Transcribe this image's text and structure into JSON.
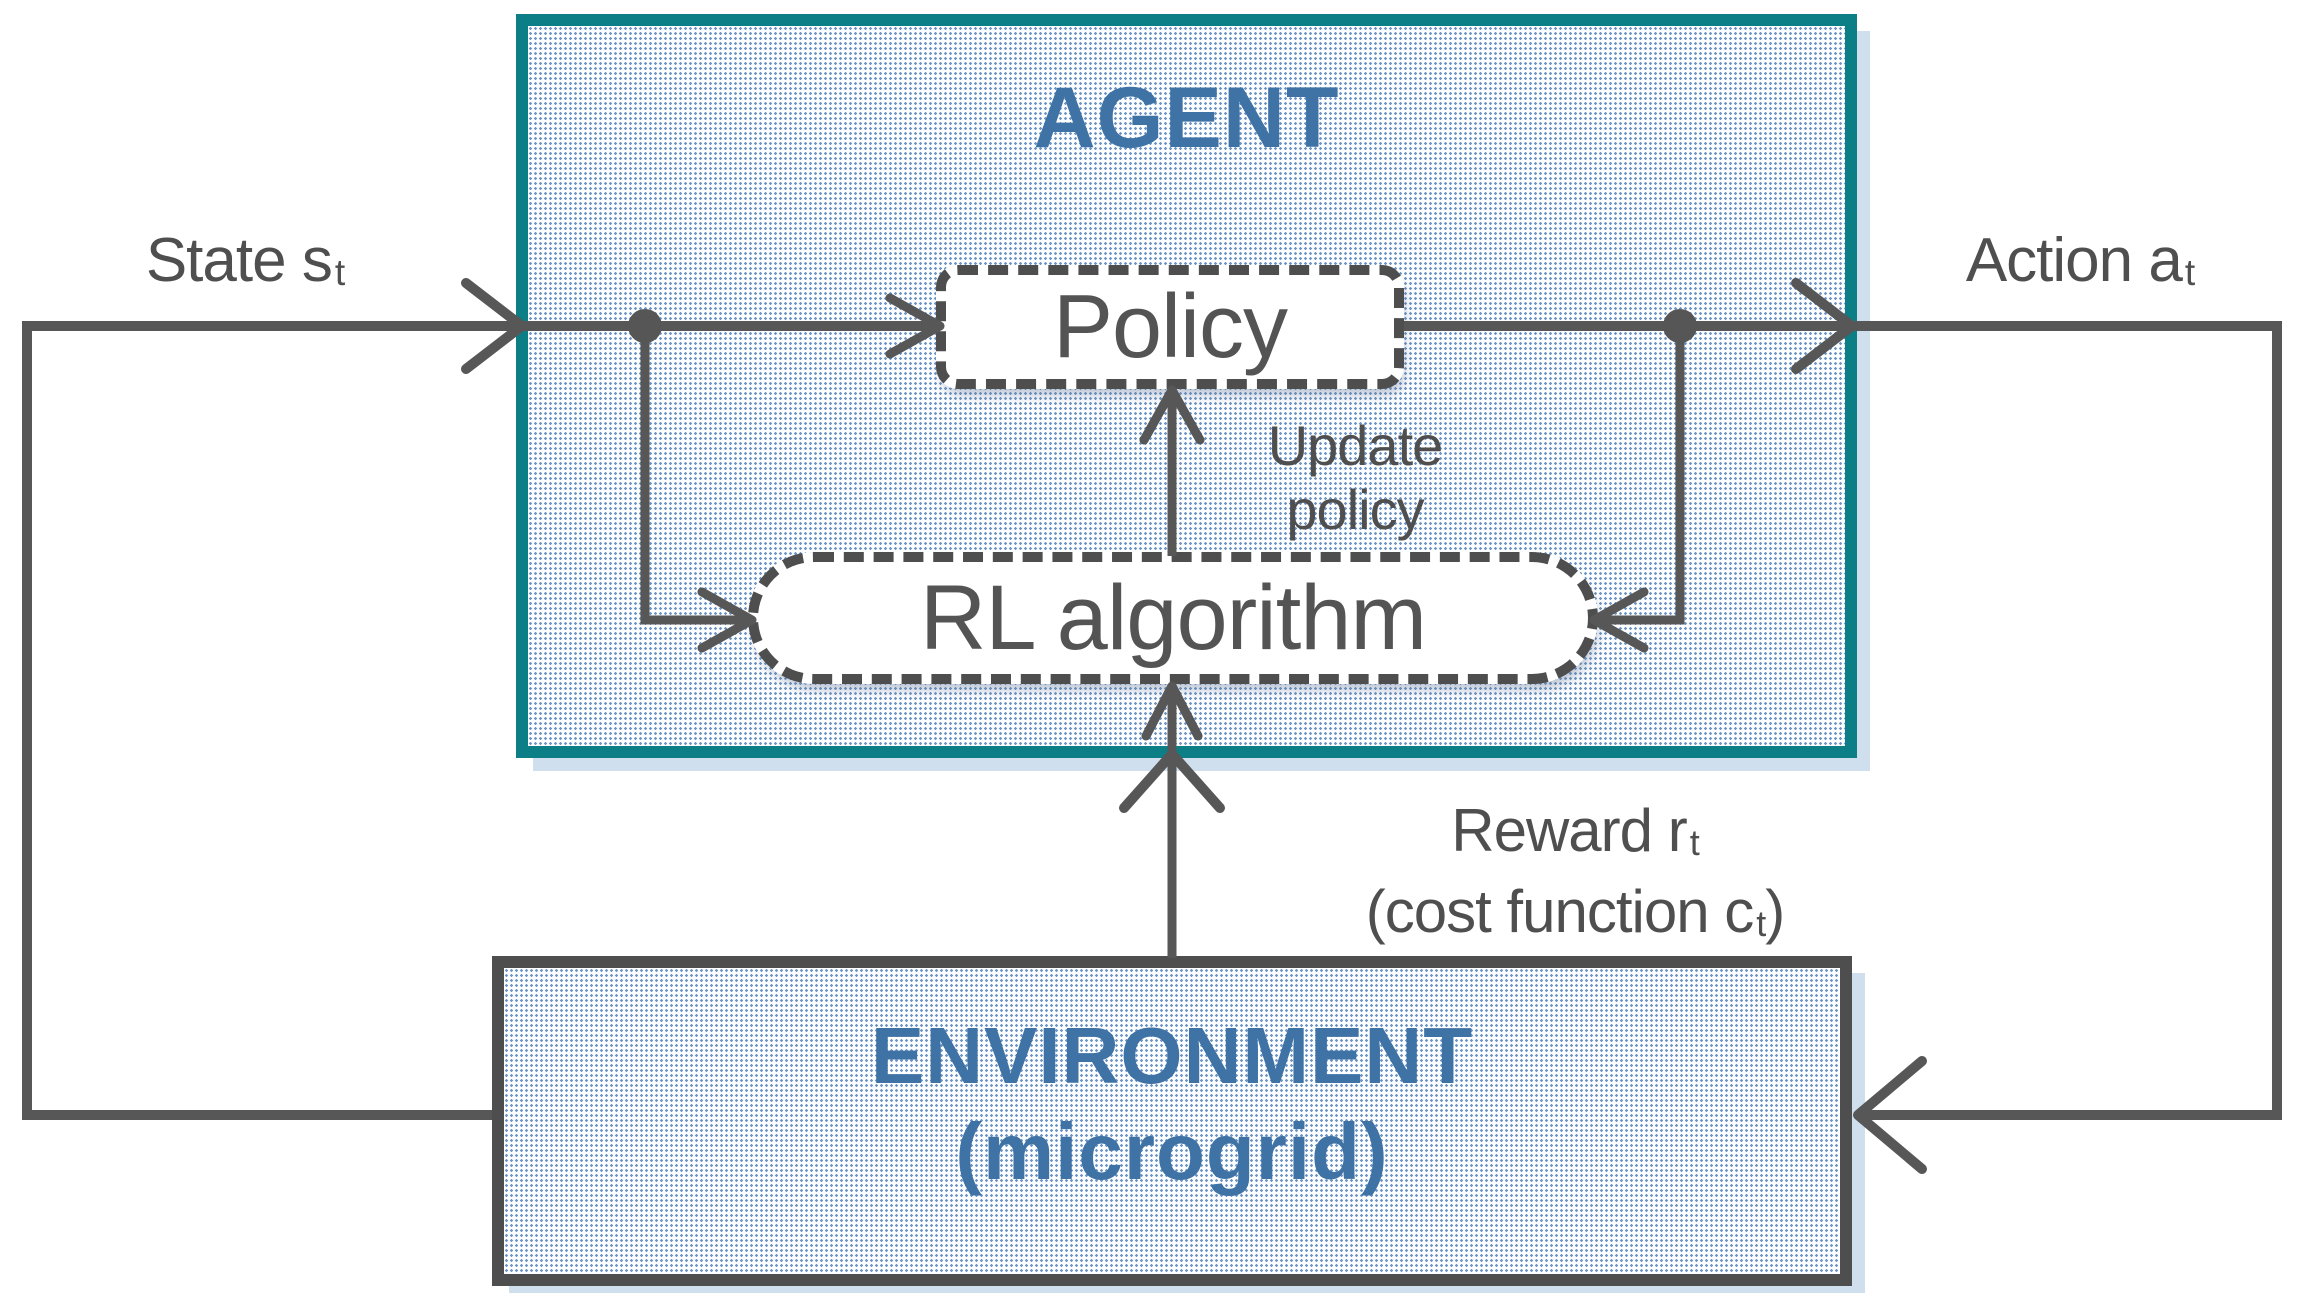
{
  "diagram": {
    "agent": {
      "title": "AGENT"
    },
    "environment": {
      "title": "ENVIRONMENT",
      "subtitle": "(microgrid)"
    },
    "nodes": {
      "policy": {
        "label": "Policy"
      },
      "rl": {
        "label": "RL algorithm"
      }
    },
    "labels": {
      "state": {
        "text": "State s",
        "sub": "t"
      },
      "action": {
        "text": "Action a",
        "sub": "t"
      },
      "reward": {
        "text": "Reward r",
        "sub": "t"
      },
      "cost": {
        "pre": "(cost function c",
        "sub": "t",
        "post": ")"
      },
      "update": {
        "line1": "Update",
        "line2": "policy"
      }
    },
    "colors": {
      "agent_border_teal": "#0b7f85",
      "env_border_gray": "#4e4e4e",
      "heading_blue": "#3f72a5",
      "wire_gray": "#575757",
      "panel_fill_blue": "#e3ebf5"
    }
  }
}
